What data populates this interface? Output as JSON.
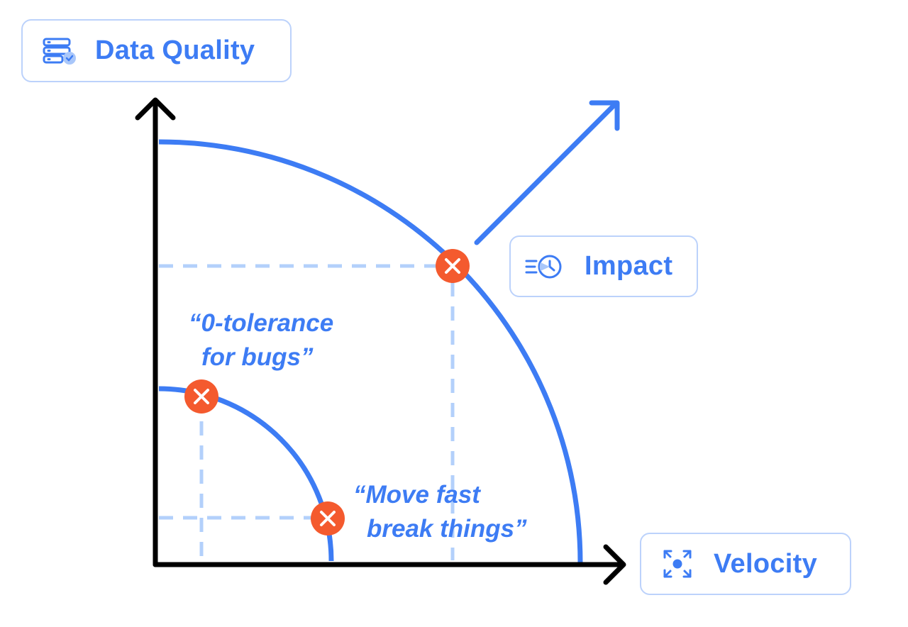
{
  "labels": {
    "data_quality": "Data Quality",
    "impact": "Impact",
    "velocity": "Velocity"
  },
  "quotes": {
    "zero_tolerance": [
      "“0-tolerance",
      "for bugs”"
    ],
    "move_fast": [
      "“Move fast",
      "break things”"
    ]
  },
  "icons": {
    "data_quality": "server-check-icon",
    "impact": "fast-clock-icon",
    "velocity": "expand-focus-icon",
    "marker": "close-x-icon"
  },
  "colors": {
    "accent_blue": "#3d7cf4",
    "light_blue_dashed": "#b3d0fb",
    "pill_border": "#bcd2fb",
    "marker_orange": "#f45a2e",
    "axis_black": "#000000"
  }
}
